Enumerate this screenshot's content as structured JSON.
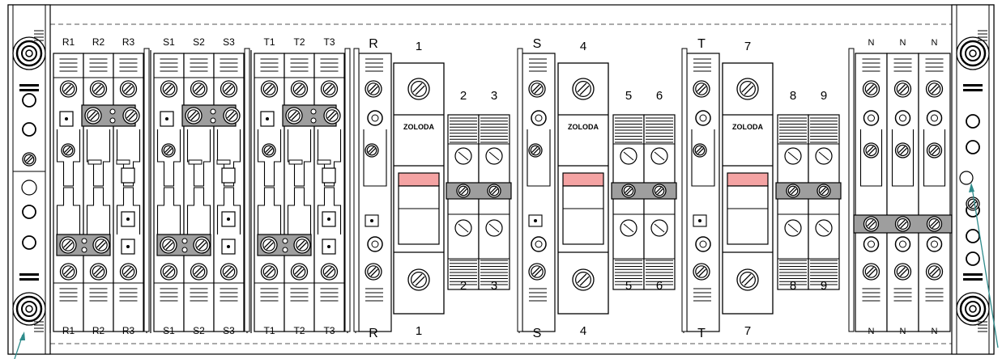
{
  "diagram": {
    "brand": "ZOLODA",
    "colors": {
      "line": "#000000",
      "bus_bar": "#9e9e9e",
      "indicator": "#f4a3a3",
      "annotation": "#2e8b8b"
    },
    "terminal_groups": [
      {
        "labels": [
          "R1",
          "R2",
          "R3"
        ]
      },
      {
        "labels": [
          "S1",
          "S2",
          "S3"
        ]
      },
      {
        "labels": [
          "T1",
          "T2",
          "T3"
        ]
      }
    ],
    "phases": [
      {
        "phase": "R",
        "fuse": "1",
        "terminals": [
          "2",
          "3"
        ]
      },
      {
        "phase": "S",
        "fuse": "4",
        "terminals": [
          "5",
          "6"
        ]
      },
      {
        "phase": "T",
        "fuse": "7",
        "terminals": [
          "8",
          "9"
        ]
      }
    ],
    "neutral_labels": [
      "N",
      "N",
      "N"
    ]
  }
}
